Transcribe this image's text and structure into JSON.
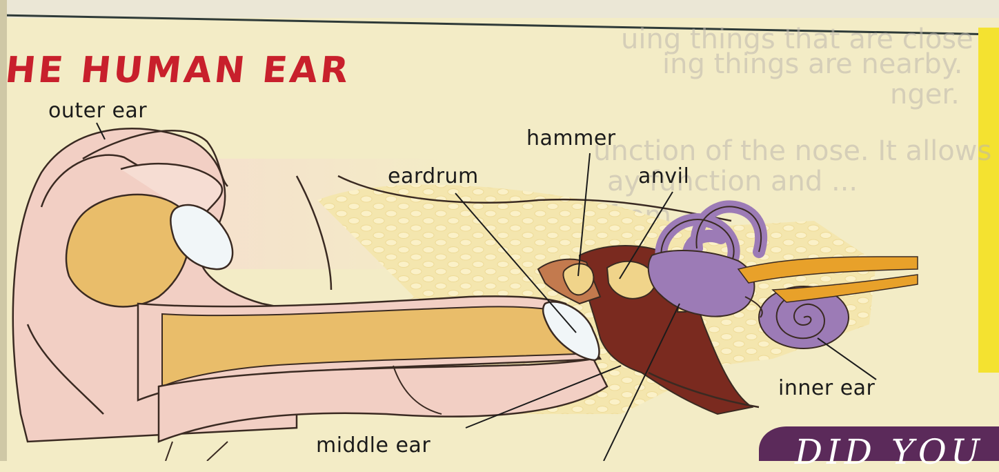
{
  "title": "HE HUMAN EAR",
  "labels": {
    "outer_ear": "outer ear",
    "hammer": "hammer",
    "eardrum": "eardrum",
    "anvil": "anvil",
    "inner_ear": "inner ear",
    "middle_ear": "middle ear"
  },
  "background_text": [
    "uing things that are close",
    "ing things are nearby.",
    "nger.",
    "unction of the nose. It allows us to",
    "ay function and ...",
    "from ..."
  ],
  "did_you": "DID YOU",
  "colors": {
    "title": "#c8202c",
    "page": "#f3ecc6",
    "skin": "#f2cfc4",
    "ear_canal": "#e9bd6a",
    "bone": "#f0d48a",
    "middle_ear_cavity": "#7a2a1f",
    "inner_ear": "#9c7bb6",
    "nerve": "#e8a12a",
    "did_you_box": "#5b2a5a"
  }
}
